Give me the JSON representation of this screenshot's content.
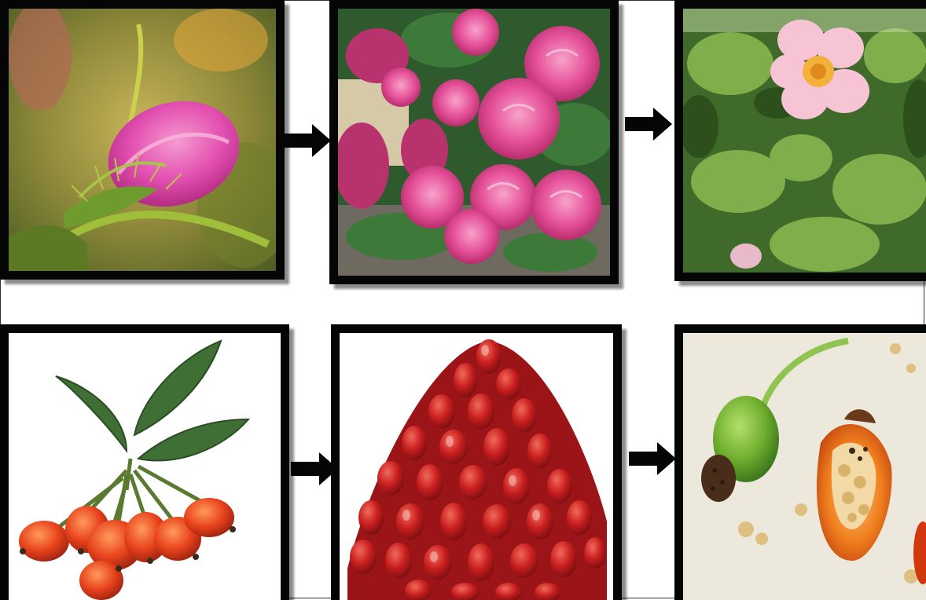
{
  "figure": {
    "stages": [
      {
        "id": "bud",
        "icon": "rose-bud-icon"
      },
      {
        "id": "bloom",
        "icon": "pink-rose-bush-icon"
      },
      {
        "id": "wild-flower",
        "icon": "wild-rose-flower-icon"
      },
      {
        "id": "rosehip-cluster",
        "icon": "rosehip-branch-icon"
      },
      {
        "id": "rosehip-pile",
        "icon": "rosehip-pile-icon"
      },
      {
        "id": "rosehip-seeds",
        "icon": "rosehip-cut-open-icon"
      }
    ],
    "arrows": [
      {
        "from": "bud",
        "to": "bloom",
        "icon": "arrow-right-icon"
      },
      {
        "from": "bloom",
        "to": "wild-flower",
        "icon": "arrow-right-icon"
      },
      {
        "from": "rosehip-cluster",
        "to": "rosehip-pile",
        "icon": "arrow-right-icon"
      },
      {
        "from": "rosehip-pile",
        "to": "rosehip-seeds",
        "icon": "arrow-right-icon"
      }
    ],
    "colors": {
      "frame": "#050505",
      "rose_pink": "#e0509a",
      "leaf_green": "#4f7a33",
      "hip_red": "#d9391c",
      "background": "#ffffff"
    }
  }
}
